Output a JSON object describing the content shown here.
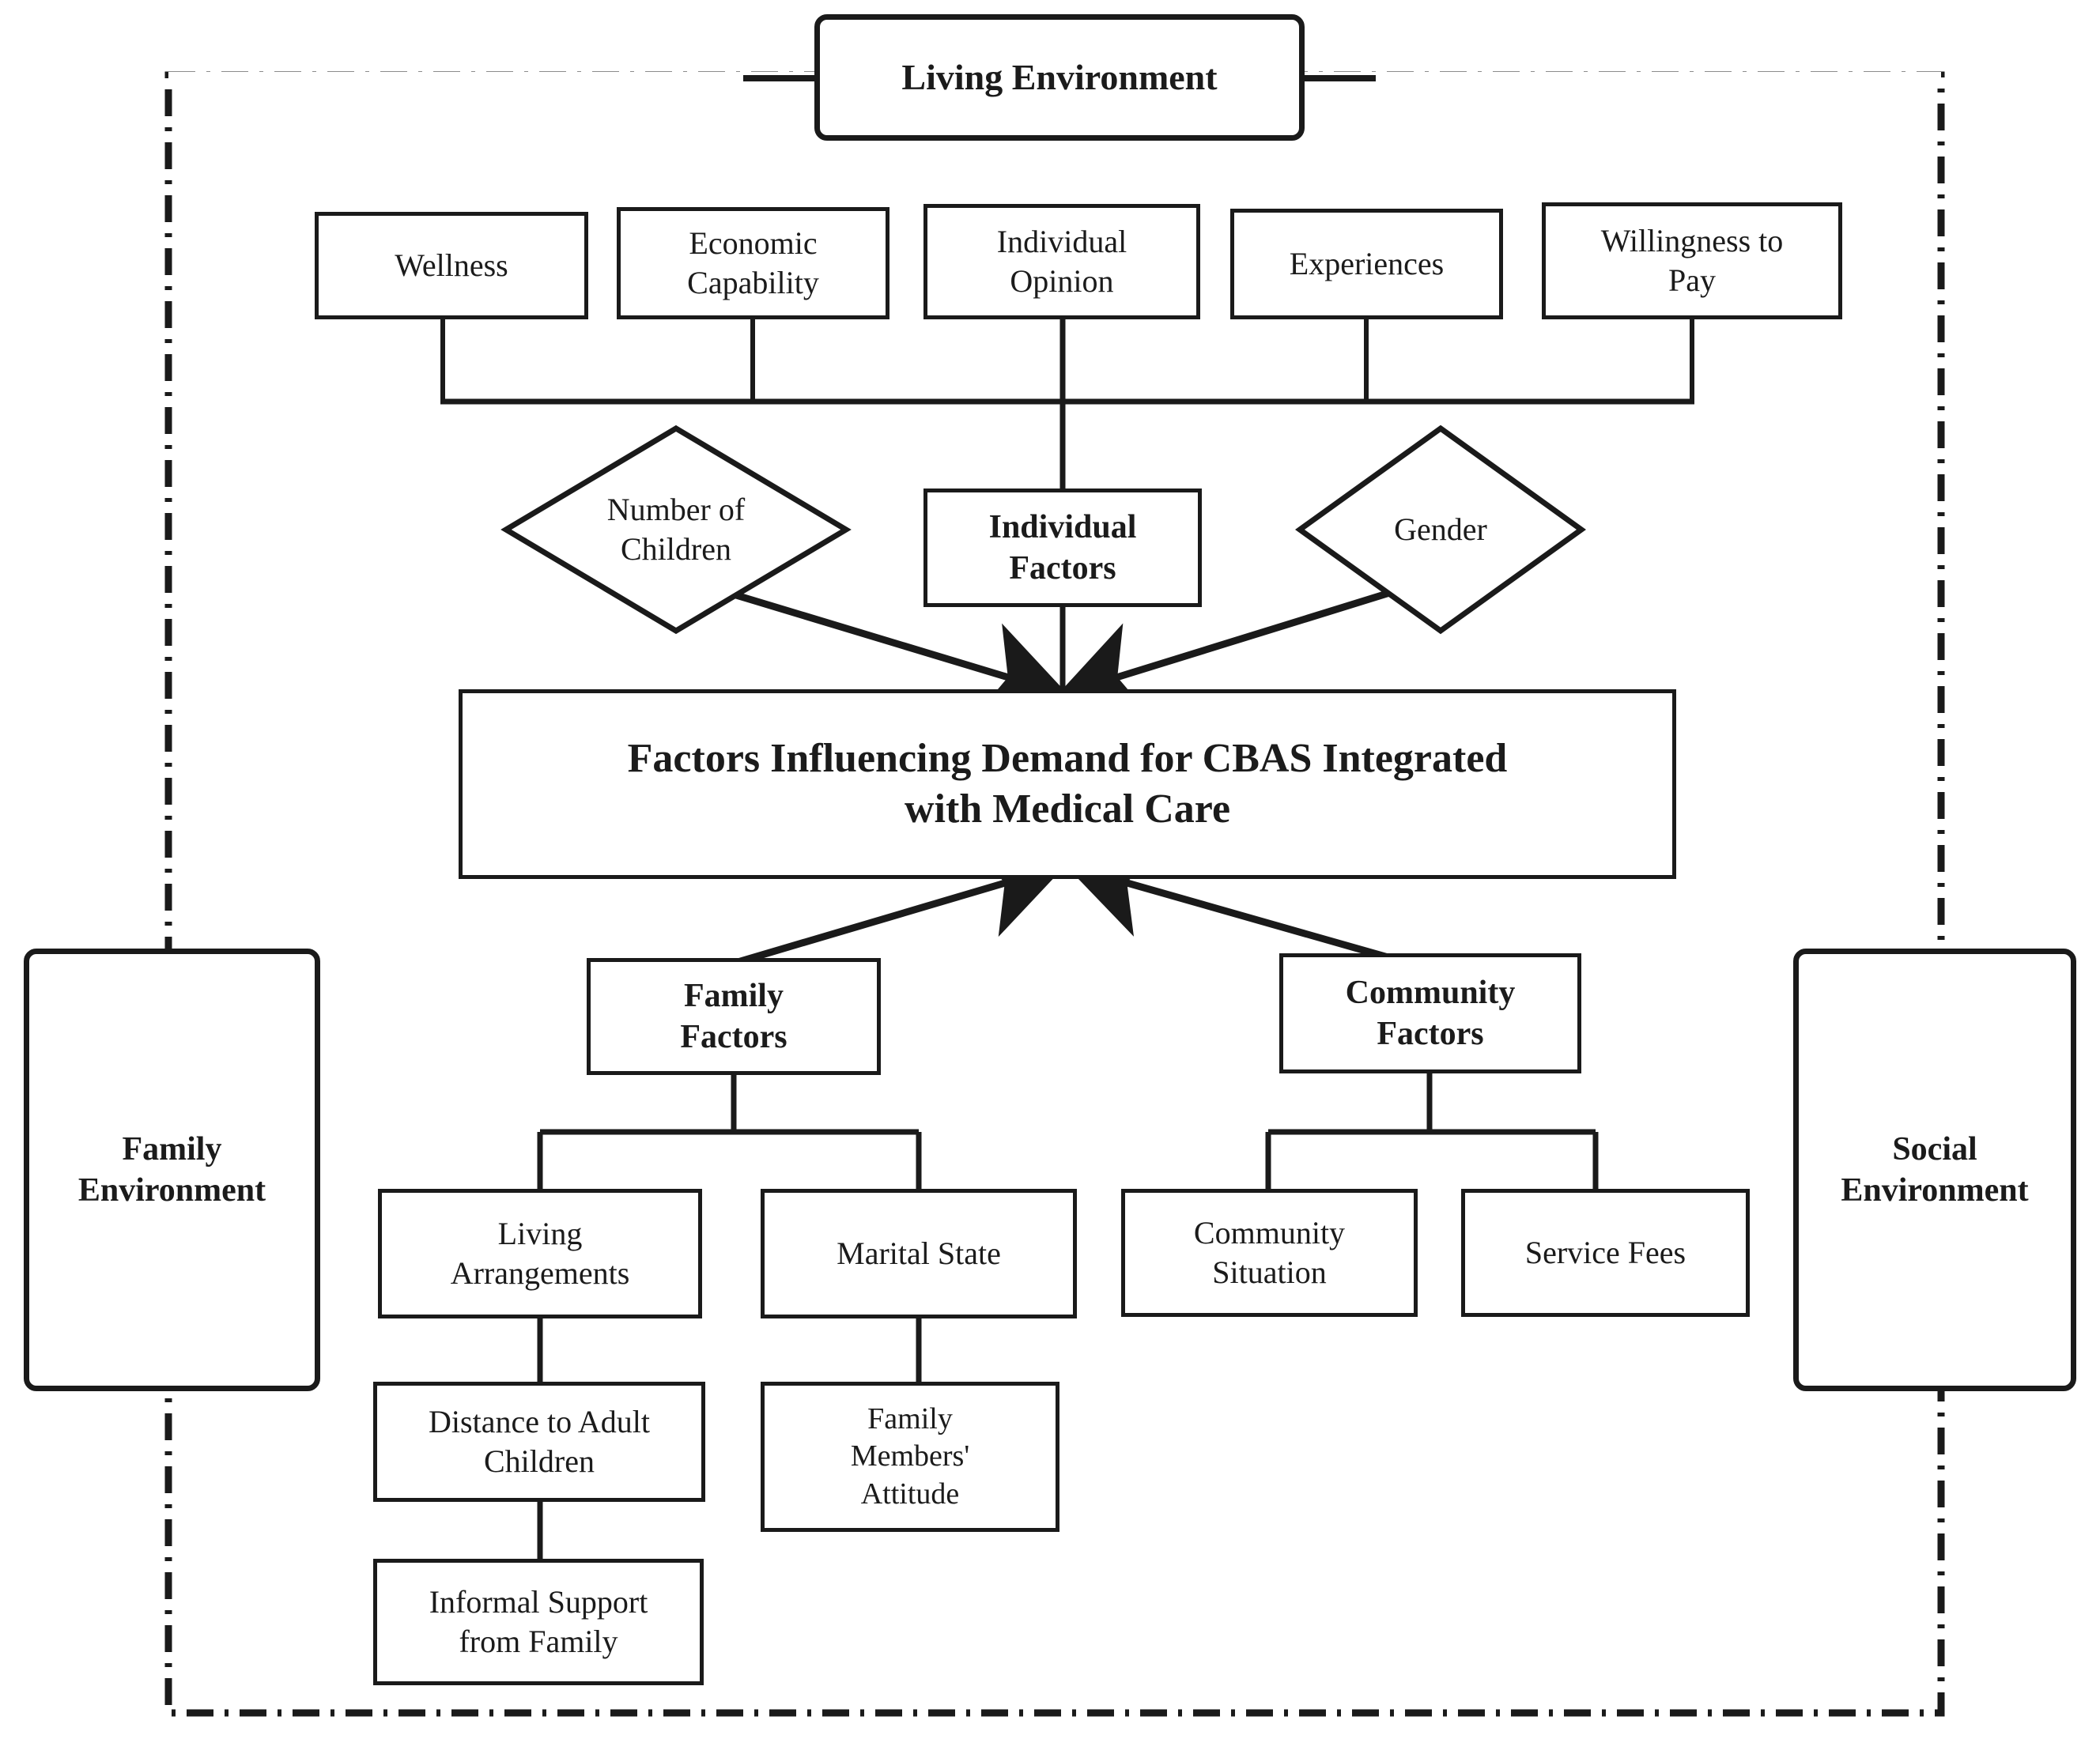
{
  "diagram": {
    "title": "Factors Influencing Demand for CBAS Integrated with Medical Care framework",
    "type": "hierarchy-flowchart",
    "colors": {
      "stroke": "#1a1a1a",
      "text": "#1b1b1b",
      "background": "#ffffff"
    },
    "frame": {
      "style": "dash-dot",
      "label": "outer-boundary"
    }
  },
  "nodes": {
    "living_environment": "Living Environment",
    "family_environment": "Family\nEnvironment",
    "social_environment": "Social\nEnvironment",
    "wellness": "Wellness",
    "economic_capability": "Economic\nCapability",
    "individual_opinion": "Individual\nOpinion",
    "experiences": "Experiences",
    "willingness_to_pay": "Willingness to\nPay",
    "number_of_children": "Number of\nChildren",
    "individual_factors": "Individual\nFactors",
    "gender": "Gender",
    "main": "Factors Influencing Demand for CBAS Integrated\nwith Medical Care",
    "family_factors": "Family\nFactors",
    "community_factors": "Community\nFactors",
    "living_arrangements": "Living\nArrangements",
    "marital_state": "Marital State",
    "community_situation": "Community\nSituation",
    "service_fees": "Service Fees",
    "distance_to_adult_children": "Distance to Adult\nChildren",
    "family_members_attitude": "Family\nMembers'\nAttitude",
    "informal_support_from_family": "Informal Support\nfrom Family"
  },
  "edges": [
    {
      "from": "wellness",
      "to": "individual-bus",
      "type": "line"
    },
    {
      "from": "economic_capability",
      "to": "individual-bus",
      "type": "line"
    },
    {
      "from": "individual_opinion",
      "to": "individual_factors",
      "type": "line"
    },
    {
      "from": "experiences",
      "to": "individual-bus",
      "type": "line"
    },
    {
      "from": "willingness_to_pay",
      "to": "individual-bus",
      "type": "line"
    },
    {
      "from": "number_of_children",
      "to": "main",
      "type": "arrow"
    },
    {
      "from": "individual_factors",
      "to": "main",
      "type": "line"
    },
    {
      "from": "gender",
      "to": "main",
      "type": "arrow"
    },
    {
      "from": "family_factors",
      "to": "main",
      "type": "arrow"
    },
    {
      "from": "community_factors",
      "to": "main",
      "type": "arrow"
    },
    {
      "from": "family_factors",
      "to": "living_arrangements",
      "type": "line"
    },
    {
      "from": "family_factors",
      "to": "marital_state",
      "type": "line"
    },
    {
      "from": "community_factors",
      "to": "community_situation",
      "type": "line"
    },
    {
      "from": "community_factors",
      "to": "service_fees",
      "type": "line"
    },
    {
      "from": "living_arrangements",
      "to": "distance_to_adult_children",
      "type": "line"
    },
    {
      "from": "distance_to_adult_children",
      "to": "informal_support_from_family",
      "type": "line"
    },
    {
      "from": "marital_state",
      "to": "family_members_attitude",
      "type": "line"
    }
  ]
}
